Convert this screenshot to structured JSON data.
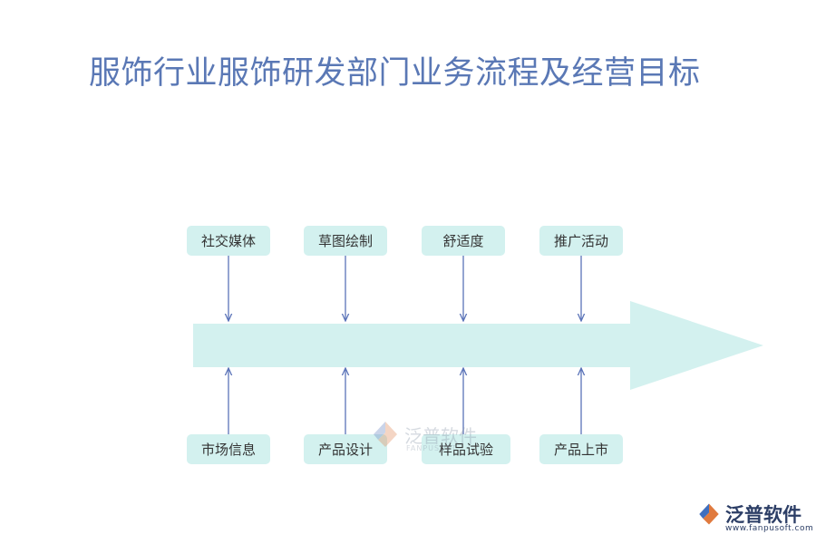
{
  "title": "服饰行业服饰研发部门业务流程及经营目标",
  "diagram": {
    "top_boxes": [
      "社交媒体",
      "草图绘制",
      "舒适度",
      "推广活动"
    ],
    "bottom_boxes": [
      "市场信息",
      "产品设计",
      "样品试验",
      "产品上市"
    ],
    "colors": {
      "arrow_fill": "#d3f1ef",
      "box_fill": "#d3f1ef",
      "connector": "#5a73b8",
      "title": "#5a78b5"
    }
  },
  "watermark": {
    "center_text": "泛普软件",
    "center_sub": "FANPUSOFT",
    "logo_text": "泛普软件",
    "logo_url": "www.fanpusoft.com",
    "logo_icon": "fanpu-logo-icon"
  }
}
